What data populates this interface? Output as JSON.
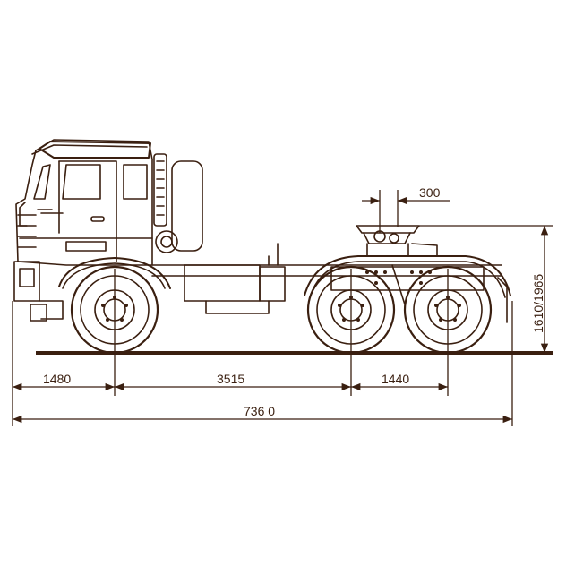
{
  "colors": {
    "ink": "#3a1f10",
    "background": "#ffffff"
  },
  "dimensions": {
    "fifth_wheel_offset": "300",
    "height": "1610/1965",
    "front_overhang": "1480",
    "wheelbase": "3515",
    "rear_axle_spacing": "1440",
    "overall_length": "736 0"
  }
}
